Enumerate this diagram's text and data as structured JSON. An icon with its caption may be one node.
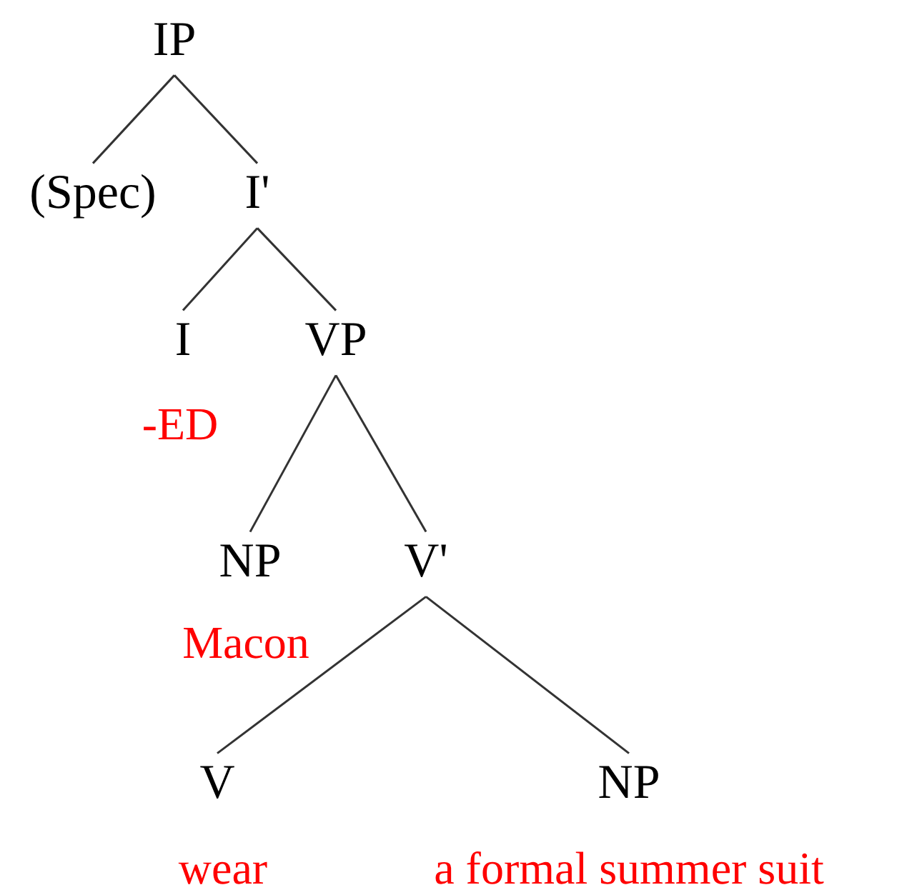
{
  "diagram": {
    "nodes": [
      {
        "text": [
          "IP"
        ]
      },
      {
        "text": [
          "(Spec)"
        ]
      },
      {
        "text": [
          "I'"
        ]
      },
      {
        "text": [
          "I"
        ],
        "beside": [
          "-ED"
        ]
      },
      {
        "text": [
          "VP"
        ]
      },
      {
        "text": [
          "NP"
        ],
        "beside": [
          "Macon"
        ]
      },
      {
        "text": [
          "V'"
        ]
      },
      {
        "text": [
          "V"
        ],
        "beside": [
          "wear"
        ]
      },
      {
        "text": [
          "NP"
        ],
        "beside": [
          "a formal summer suit"
        ]
      }
    ],
    "edges": [
      {
        "from": 0,
        "to": 1,
        "arrow": "none"
      },
      {
        "from": 0,
        "to": 2,
        "arrow": "none"
      },
      {
        "from": 2,
        "to": 3,
        "arrow": "none"
      },
      {
        "from": 2,
        "to": 4,
        "arrow": "none"
      },
      {
        "from": 4,
        "to": 5,
        "arrow": "none"
      },
      {
        "from": 4,
        "to": 6,
        "arrow": "none"
      },
      {
        "from": 6,
        "to": 7,
        "arrow": "none"
      },
      {
        "from": 6,
        "to": 8,
        "arrow": "none"
      }
    ]
  }
}
